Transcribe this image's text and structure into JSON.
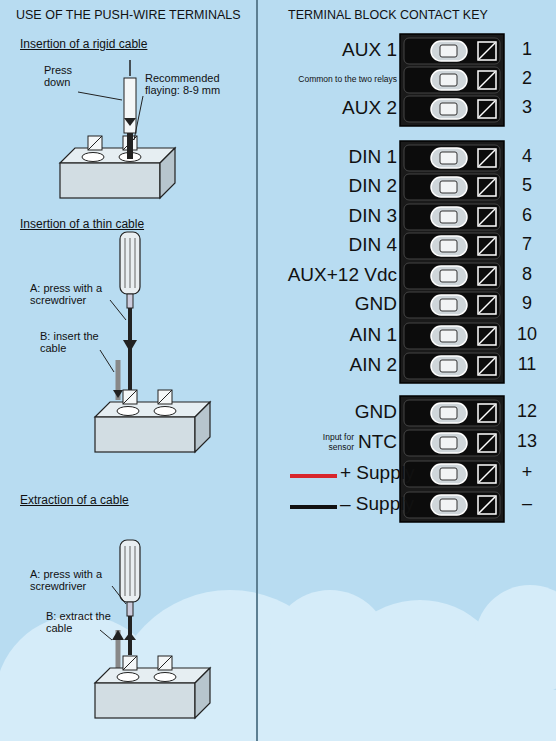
{
  "diagram": {
    "labels": [
      "USE OF THE PUSH-WIRE TERMINALS",
      "Insertion of a rigid cable",
      "Press down",
      "Recommended flaying: 8-9 mm",
      "Insertion of a thin cable",
      "A: press with a screwdriver",
      "B: insert the cable",
      "Extraction of a cable",
      "A: press with a screwdriver",
      "B: extract the cable",
      "TERMINAL BLOCK CONTACT KEY",
      "AUX 1",
      "1",
      "Common to the two relays",
      "2",
      "AUX 2",
      "3",
      "DIN 1",
      "4",
      "DIN 2",
      "5",
      "DIN 3",
      "6",
      "DIN 4",
      "7",
      "AUX+12 Vdc",
      "8",
      "GND",
      "9",
      "AIN 1",
      "10",
      "AIN 2",
      "11",
      "GND",
      "12",
      "Input for sensor",
      "NTC",
      "13",
      "+ Supply",
      "+",
      "– Supply",
      "–"
    ]
  }
}
